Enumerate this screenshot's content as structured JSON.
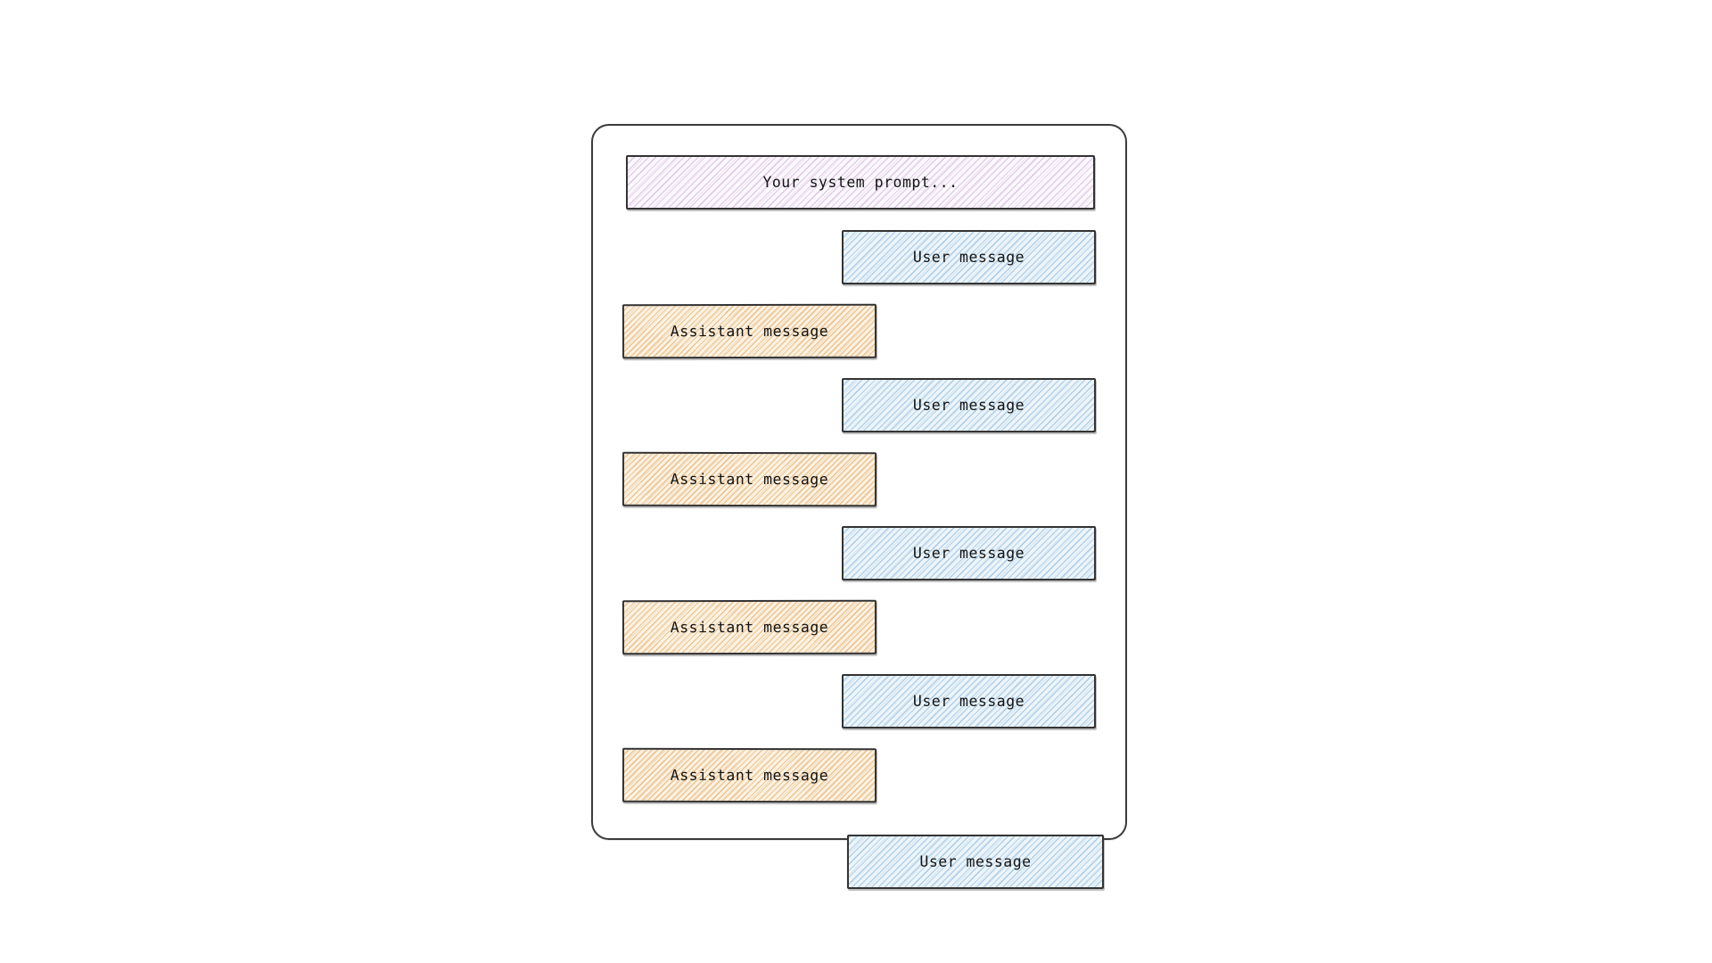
{
  "diagram": {
    "title": "conversation-structure",
    "container": {
      "role": "conversation-frame",
      "border_color": "#3a3a3a",
      "background": "#ffffff"
    },
    "colors": {
      "system_hatch": "#ba94d3",
      "system_bg": "#fcf9fd",
      "user_hatch": "#6ea5d4",
      "user_bg": "#edf5fa",
      "assistant_hatch": "#de9442",
      "assistant_bg": "#fbf2e2",
      "border": "#333333",
      "text": "#141414"
    },
    "messages": [
      {
        "role": "system",
        "label": "Your system prompt...",
        "align": "full",
        "position": "inside"
      },
      {
        "role": "user",
        "label": "User message",
        "align": "right",
        "position": "inside"
      },
      {
        "role": "assistant",
        "label": "Assistant message",
        "align": "left",
        "position": "inside"
      },
      {
        "role": "user",
        "label": "User message",
        "align": "right",
        "position": "inside"
      },
      {
        "role": "assistant",
        "label": "Assistant message",
        "align": "left",
        "position": "inside"
      },
      {
        "role": "user",
        "label": "User message",
        "align": "right",
        "position": "inside"
      },
      {
        "role": "assistant",
        "label": "Assistant message",
        "align": "left",
        "position": "inside"
      },
      {
        "role": "user",
        "label": "User message",
        "align": "right",
        "position": "inside"
      },
      {
        "role": "assistant",
        "label": "Assistant message",
        "align": "left",
        "position": "inside"
      },
      {
        "role": "user",
        "label": "User message",
        "align": "right",
        "position": "outside-bottom"
      }
    ]
  }
}
